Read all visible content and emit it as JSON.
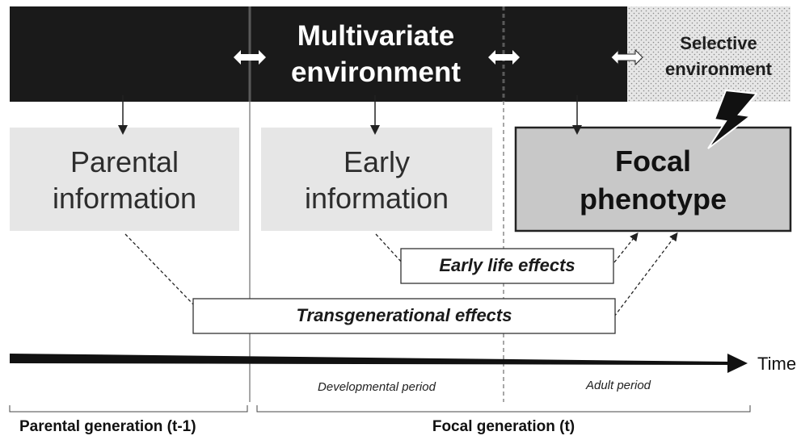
{
  "environment": {
    "title_line1": "Multivariate",
    "title_line2": "environment",
    "selective_line1": "Selective",
    "selective_line2": "environment"
  },
  "boxes": {
    "parental_line1": "Parental",
    "parental_line2": "information",
    "early_line1": "Early",
    "early_line2": "information",
    "focal_line1": "Focal",
    "focal_line2": "phenotype"
  },
  "effects": {
    "early_life": "Early life effects",
    "transgenerational": "Transgenerational effects"
  },
  "timeline": {
    "label": "Time",
    "developmental_period": "Developmental period",
    "adult_period": "Adult period"
  },
  "generations": {
    "parental": "Parental generation (t-1)",
    "focal": "Focal generation (t)"
  },
  "colors": {
    "environment_band": "#1a1a1a",
    "info_box": "#e6e6e6",
    "focal_box": "#c8c8c8",
    "selective_bg": "#e4e4e4"
  },
  "icons": {
    "lightning": "lightning-bolt-icon",
    "double_arrow": "double-arrow-icon"
  }
}
